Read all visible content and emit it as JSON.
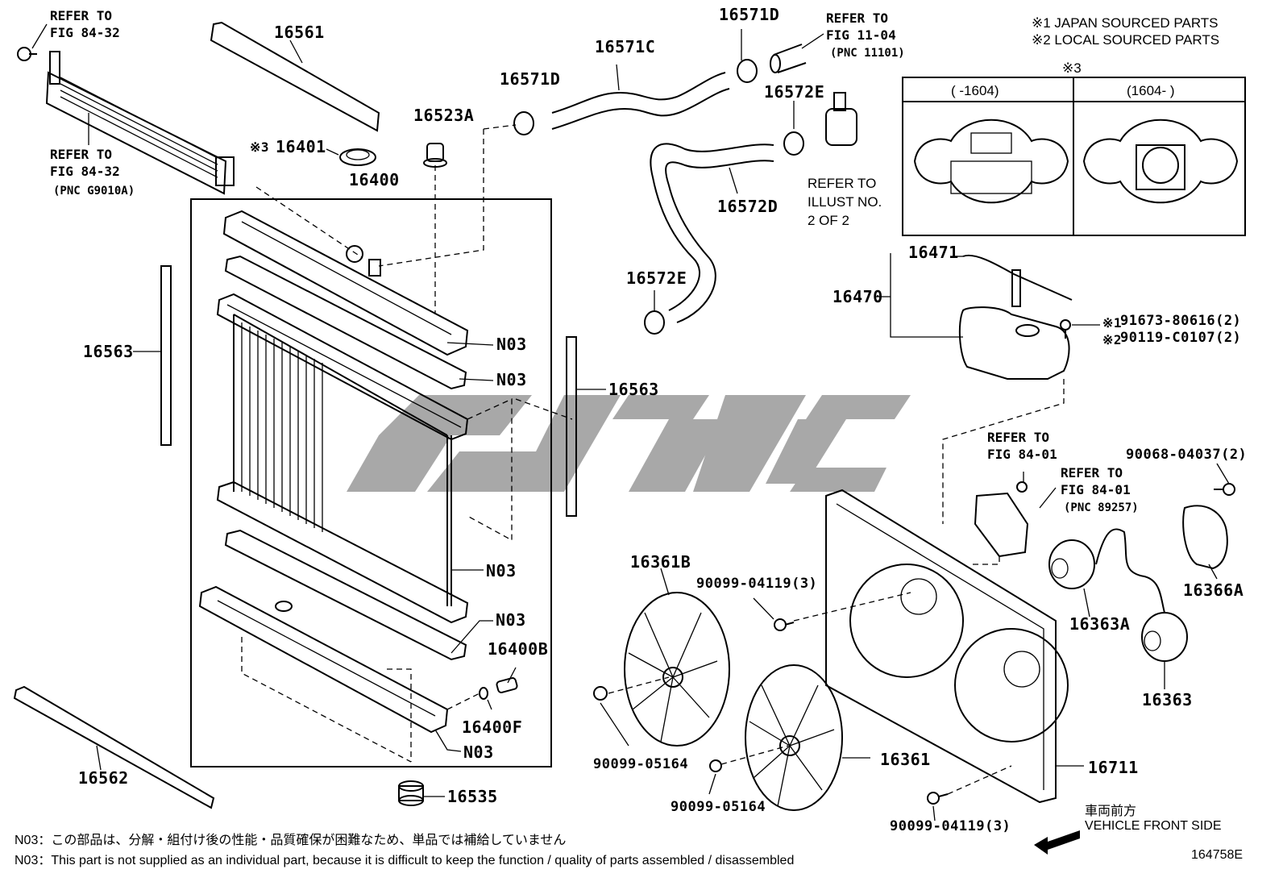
{
  "legend": {
    "line1": "※1 JAPAN SOURCED PARTS",
    "line2": "※2 LOCAL SOURCED PARTS",
    "inset_mark": "※3",
    "inset_left_header": "(   -1604)",
    "inset_right_header": "(1604-   )"
  },
  "references": {
    "ref_top_left": "REFER TO\nFIG 84-32",
    "ref_left_mid": "REFER TO\nFIG 84-32",
    "ref_left_mid_pnc": "(PNC G9010A)",
    "ref_fig_1104": "REFER TO\nFIG 11-04",
    "ref_fig_1104_pnc": "(PNC 11101)",
    "ref_illust": "REFER TO\nILLUST NO.\n2 OF 2",
    "ref_fig_8401_a": "REFER TO\nFIG 84-01",
    "ref_fig_8401_b": "REFER TO\nFIG 84-01",
    "ref_fig_8401_b_pnc": "(PNC 89257)"
  },
  "parts": {
    "p16561": "16561",
    "p16401": "16401",
    "p16401_mark": "※3",
    "p16400": "16400",
    "p16523A": "16523A",
    "p16571D_a": "16571D",
    "p16571C": "16571C",
    "p16571D_b": "16571D",
    "p16572E_a": "16572E",
    "p16572D": "16572D",
    "p16572E_b": "16572E",
    "p16471": "16471",
    "p16470": "16470",
    "p91673": "91673-80616(2)",
    "p91673_mark": "※1",
    "p90119": "90119-C0107(2)",
    "p90119_mark": "※2",
    "p16563_a": "16563",
    "p16563_b": "16563",
    "n03_1": "N03",
    "n03_2": "N03",
    "n03_3": "N03",
    "n03_4": "N03",
    "n03_5": "N03",
    "p16400B": "16400B",
    "p16400F": "16400F",
    "p16562": "16562",
    "p16535": "16535",
    "p16361B": "16361B",
    "p90099_04119_a": "90099-04119(3)",
    "p90099_05164_a": "90099-05164",
    "p16361": "16361",
    "p90099_05164_b": "90099-05164",
    "p90099_04119_b": "90099-04119(3)",
    "p90068": "90068-04037(2)",
    "p16366A": "16366A",
    "p16363A": "16363A",
    "p16363": "16363",
    "p16711": "16711"
  },
  "notes": {
    "front_jp": "車両前方",
    "front_en": "VEHICLE FRONT SIDE",
    "n03_jp": "N03：この部品は、分解・組付け後の性能・品質確保が困難なため、単品では補給していません",
    "n03_en": "N03：This part is not supplied as an individual part, because it is difficult to keep the function / quality of parts assembled / disassembled",
    "drawing_id": "164758E"
  }
}
